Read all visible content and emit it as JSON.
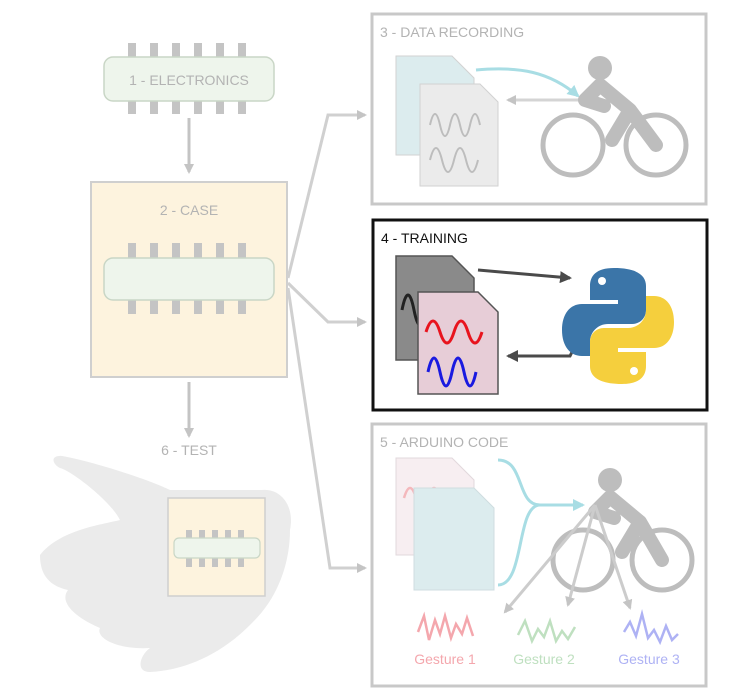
{
  "steps": {
    "electronics": "1 - ELECTRONICS",
    "case": "2 - CASE",
    "data_recording": "3 - DATA RECORDING",
    "training": "4 - TRAINING",
    "arduino_code": "5 - ARDUINO CODE",
    "test": "6 - TEST"
  },
  "gestures": [
    {
      "label": "Gesture 1",
      "color": "#f4a7ad"
    },
    {
      "label": "Gesture 2",
      "color": "#bfe0c0"
    },
    {
      "label": "Gesture 3",
      "color": "#aeb2f4"
    }
  ],
  "highlighted_step": "4 - TRAINING",
  "colors": {
    "faded_stroke": "#bdbdbd",
    "faded_text": "#b3b3b3",
    "case_fill": "#fdf3de",
    "chip_fill": "#eef5ec",
    "python_blue": "#3b75a8",
    "python_yellow": "#f5cf3d",
    "signal_red": "#e8141e",
    "signal_blue": "#1a1ae0",
    "teal_arrow": "#a8dde4"
  },
  "icons": [
    "chip-icon",
    "document-icon",
    "cyclist-icon",
    "python-logo-icon",
    "hand-icon",
    "waveform-icon"
  ]
}
